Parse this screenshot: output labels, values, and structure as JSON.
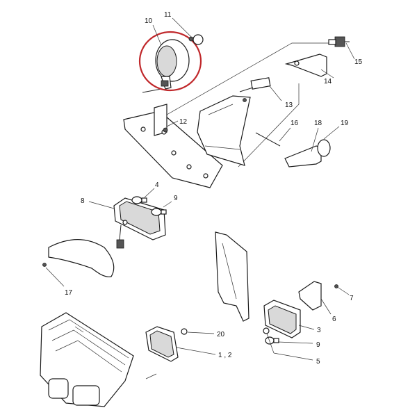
{
  "diagram": {
    "highlight_color": "#c0282b",
    "line_color": "#222222",
    "callouts": [
      {
        "id": "c10",
        "label": "10"
      },
      {
        "id": "c11",
        "label": "11"
      },
      {
        "id": "c15",
        "label": "15"
      },
      {
        "id": "c14",
        "label": "14"
      },
      {
        "id": "c13",
        "label": "13"
      },
      {
        "id": "c12",
        "label": "12"
      },
      {
        "id": "c16",
        "label": "16"
      },
      {
        "id": "c18",
        "label": "18"
      },
      {
        "id": "c19",
        "label": "19"
      },
      {
        "id": "c4",
        "label": "4"
      },
      {
        "id": "c9a",
        "label": "9"
      },
      {
        "id": "c8",
        "label": "8"
      },
      {
        "id": "c17",
        "label": "17"
      },
      {
        "id": "c7",
        "label": "7"
      },
      {
        "id": "c6",
        "label": "6"
      },
      {
        "id": "c3",
        "label": "3"
      },
      {
        "id": "c9b",
        "label": "9"
      },
      {
        "id": "c5",
        "label": "5"
      },
      {
        "id": "c20",
        "label": "20"
      },
      {
        "id": "c12b",
        "label": "1 , 2"
      }
    ]
  }
}
